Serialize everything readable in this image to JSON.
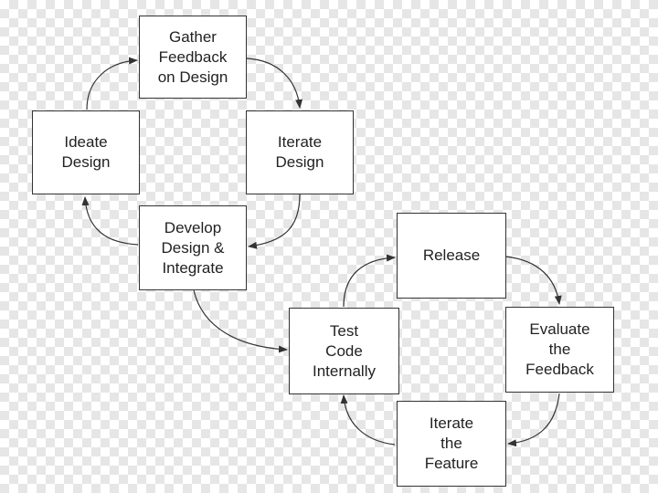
{
  "diagram": {
    "colors": {
      "stroke": "#333333",
      "text": "#222222",
      "box_fill": "#ffffff"
    },
    "nodes": {
      "gather_feedback": "Gather\nFeedback\non Design",
      "iterate_design": "Iterate\nDesign",
      "develop_design": "Develop\nDesign &\nIntegrate",
      "ideate_design": "Ideate\nDesign",
      "test_code": "Test\nCode\nInternally",
      "release": "Release",
      "evaluate_feedback": "Evaluate\nthe\nFeedback",
      "iterate_feature": "Iterate\nthe\nFeature"
    },
    "edges": [
      {
        "from": "ideate_design",
        "to": "gather_feedback"
      },
      {
        "from": "gather_feedback",
        "to": "iterate_design"
      },
      {
        "from": "iterate_design",
        "to": "develop_design"
      },
      {
        "from": "develop_design",
        "to": "ideate_design"
      },
      {
        "from": "develop_design",
        "to": "test_code"
      },
      {
        "from": "test_code",
        "to": "release"
      },
      {
        "from": "release",
        "to": "evaluate_feedback"
      },
      {
        "from": "evaluate_feedback",
        "to": "iterate_feature"
      },
      {
        "from": "iterate_feature",
        "to": "test_code"
      }
    ]
  }
}
